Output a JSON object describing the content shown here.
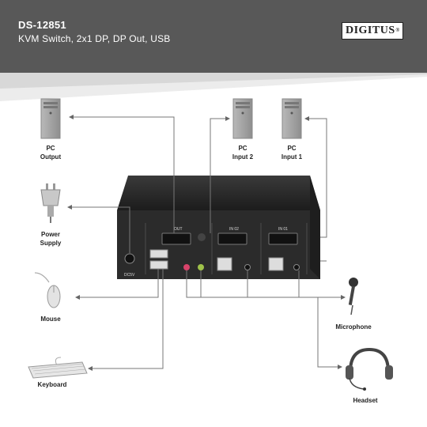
{
  "header": {
    "model": "DS-12851",
    "subtitle": "KVM Switch, 2x1 DP, DP Out, USB",
    "logo_text": "DIGITUS",
    "logo_mark": "®"
  },
  "labels": {
    "pc_output": [
      "PC",
      "Output"
    ],
    "pc_input2": [
      "PC",
      "Input 2"
    ],
    "pc_input1": [
      "PC",
      "Input 1"
    ],
    "power_supply": [
      "Power",
      "Supply"
    ],
    "mouse": "Mouse",
    "keyboard": "Keyboard",
    "microphone": "Microphone",
    "headset": "Headset"
  },
  "device_ports": {
    "out": "OUT",
    "in2": "IN 02",
    "in1": "IN 01",
    "dc": "DC5V"
  },
  "colors": {
    "header_bg": "#585858",
    "device_body": "#2b2b2b",
    "line": "#777777"
  },
  "icons": [
    "pc-tower-icon",
    "power-plug-icon",
    "mouse-icon",
    "keyboard-icon",
    "microphone-icon",
    "headset-icon"
  ]
}
